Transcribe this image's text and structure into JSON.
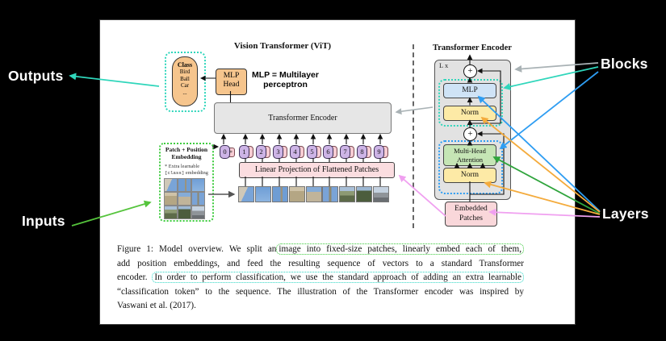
{
  "annotations": {
    "outputs": "Outputs",
    "inputs": "Inputs",
    "blocks": "Blocks",
    "layers": "Layers"
  },
  "figure": {
    "vit_title": "Vision Transformer (ViT)",
    "encoder_detail_title": "Transformer Encoder",
    "class_box": {
      "header": "Class",
      "items": [
        "Bird",
        "Ball",
        "Car",
        "..."
      ]
    },
    "mlp_head": {
      "line1": "MLP",
      "line2": "Head"
    },
    "mlp_note": {
      "line1": "MLP = Multilayer",
      "line2": "perceptron"
    },
    "encoder_box_label": "Transformer Encoder",
    "patch_embed": {
      "title_line1": "Patch + Position",
      "title_line2": "Embedding",
      "note_line1": "* Extra learnable",
      "note_class_token": "[class]",
      "note_line2_suffix": " embedding"
    },
    "linear_projection": "Linear Projection of Flattened Patches",
    "star": "*",
    "tokens": [
      "0",
      "1",
      "2",
      "3",
      "4",
      "5",
      "6",
      "7",
      "8",
      "9"
    ],
    "encoder_detail": {
      "l_x": "L x",
      "plus": "+",
      "mlp": "MLP",
      "norm_top": "Norm",
      "mha_line1": "Multi-Head",
      "mha_line2": "Attention",
      "norm_bottom": "Norm",
      "embedded_line1": "Embedded",
      "embedded_line2": "Patches"
    }
  },
  "caption": {
    "l1_pre": "Figure 1: Model overview. We split an",
    "l1_hl": "image into fixed-size patches, linearly embed each of them,",
    "l2": "add position embeddings, and feed the resulting sequence of vectors to a standard Transformer",
    "l3_pre": "encoder.",
    "l3_hl": "In order to perform classification, we use the standard approach of adding an extra learnable",
    "l4": "“classification token” to the sequence. The illustration of the Transformer encoder was inspired by",
    "l5": "Vaswani et al. (2017)."
  },
  "colors": {
    "teal": "#2fd6bb",
    "green_bright": "#55c43c",
    "green_deep": "#2fa43c",
    "blue": "#2e9df2",
    "orange": "#f4ab3c",
    "pink": "#f0a0f0",
    "gray_arrow": "#a9b2b5",
    "box_orange": "#f6c58d",
    "box_blue": "#cfe3f6",
    "box_yellow": "#fdeaa6",
    "box_green": "#c5e5b5",
    "box_pink": "#f9d7da",
    "box_gray": "#e4e4e4"
  }
}
